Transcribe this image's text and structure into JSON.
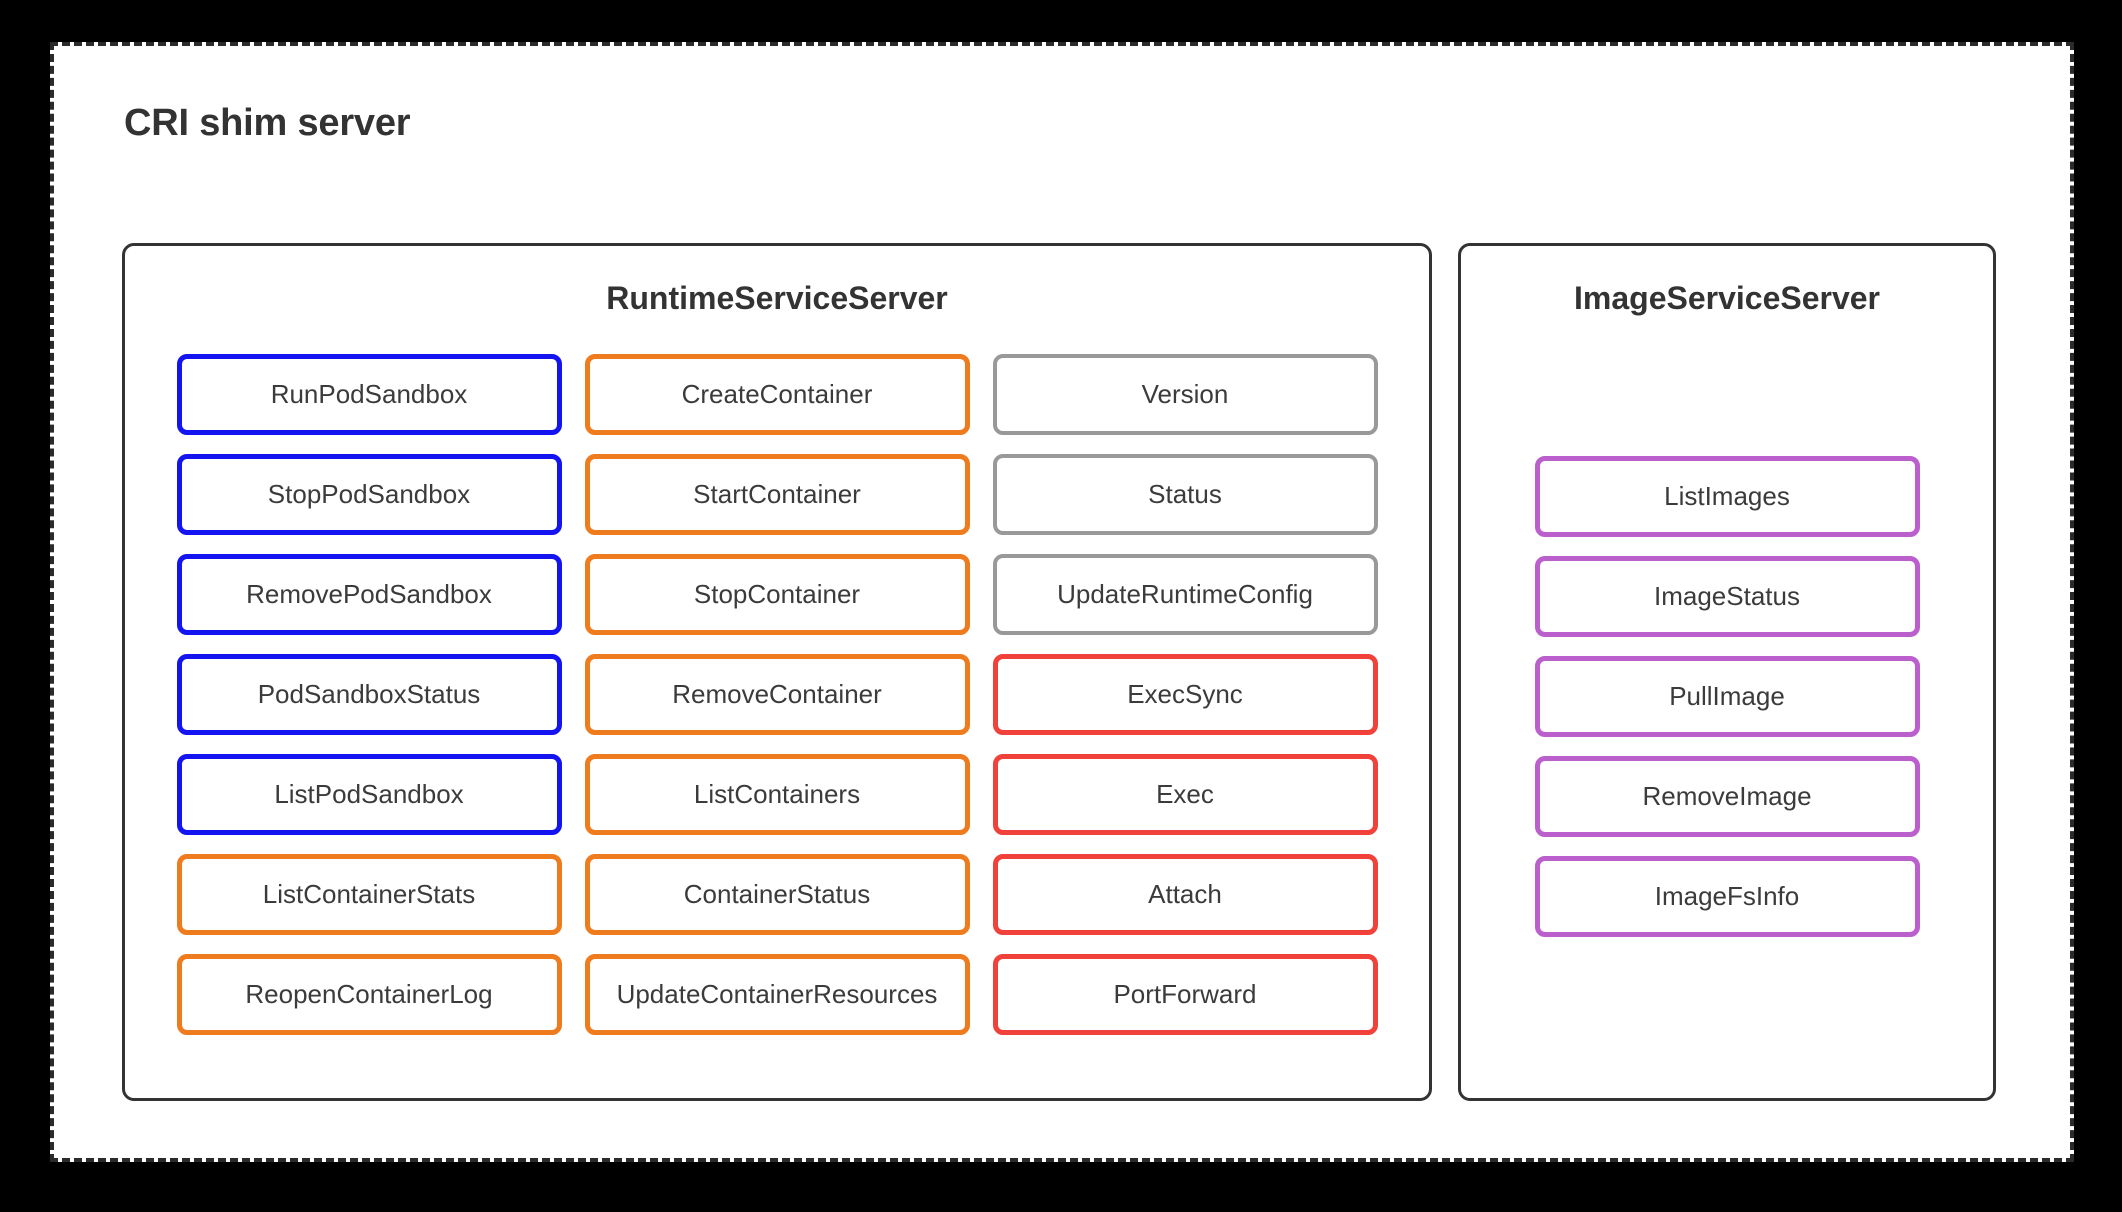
{
  "diagram": {
    "title": "CRI shim server",
    "background_color": "#000000",
    "frame_color": "#2b2b2b",
    "panel_border_color": "#333333"
  },
  "colors": {
    "blue": "#1414f0",
    "orange": "#ee7b1e",
    "gray": "#999999",
    "red": "#f0423a",
    "purple": "#bb5fcc"
  },
  "panels": [
    {
      "id": "runtime-service-server",
      "title": "RuntimeServiceServer",
      "columns": [
        {
          "id": "column-1",
          "items": [
            {
              "label": "RunPodSandbox",
              "color": "blue"
            },
            {
              "label": "StopPodSandbox",
              "color": "blue"
            },
            {
              "label": "RemovePodSandbox",
              "color": "blue"
            },
            {
              "label": "PodSandboxStatus",
              "color": "blue"
            },
            {
              "label": "ListPodSandbox",
              "color": "blue"
            },
            {
              "label": "ListContainerStats",
              "color": "orange"
            },
            {
              "label": "ReopenContainerLog",
              "color": "orange"
            }
          ]
        },
        {
          "id": "column-2",
          "items": [
            {
              "label": "CreateContainer",
              "color": "orange"
            },
            {
              "label": "StartContainer",
              "color": "orange"
            },
            {
              "label": "StopContainer",
              "color": "orange"
            },
            {
              "label": "RemoveContainer",
              "color": "orange"
            },
            {
              "label": "ListContainers",
              "color": "orange"
            },
            {
              "label": "ContainerStatus",
              "color": "orange"
            },
            {
              "label": "UpdateContainerResources",
              "color": "orange"
            }
          ]
        },
        {
          "id": "column-3",
          "items": [
            {
              "label": "Version",
              "color": "gray"
            },
            {
              "label": "Status",
              "color": "gray"
            },
            {
              "label": "UpdateRuntimeConfig",
              "color": "gray"
            },
            {
              "label": "ExecSync",
              "color": "red"
            },
            {
              "label": "Exec",
              "color": "red"
            },
            {
              "label": "Attach",
              "color": "red"
            },
            {
              "label": "PortForward",
              "color": "red"
            }
          ]
        }
      ]
    },
    {
      "id": "image-service-server",
      "title": "ImageServiceServer",
      "items": [
        {
          "label": "ListImages",
          "color": "purple"
        },
        {
          "label": "ImageStatus",
          "color": "purple"
        },
        {
          "label": "PullImage",
          "color": "purple"
        },
        {
          "label": "RemoveImage",
          "color": "purple"
        },
        {
          "label": "ImageFsInfo",
          "color": "purple"
        }
      ]
    }
  ]
}
